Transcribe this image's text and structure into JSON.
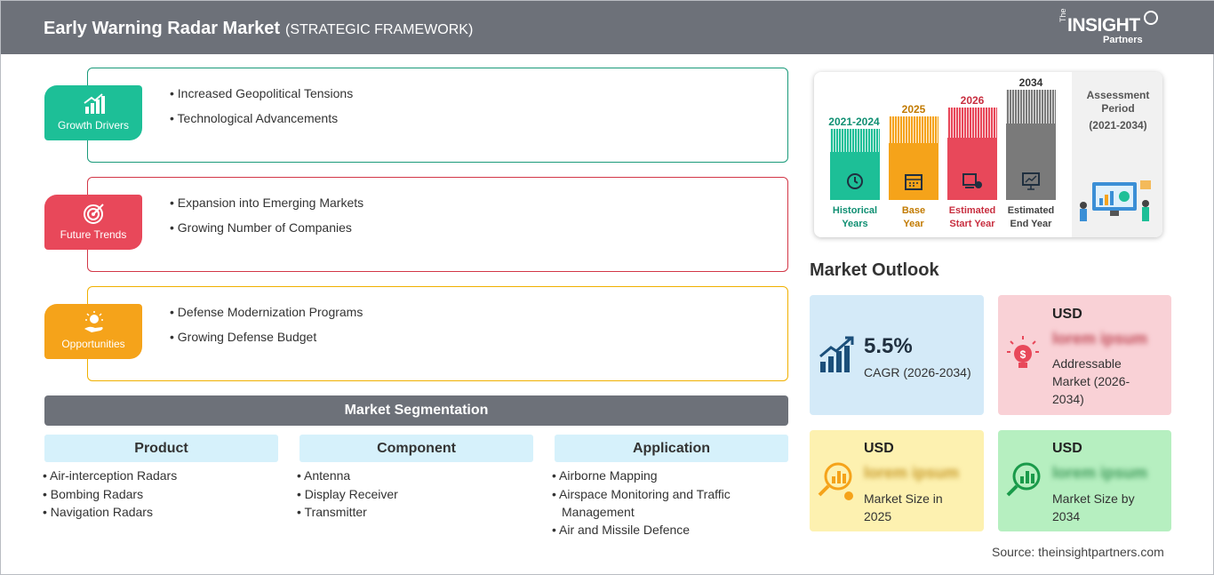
{
  "header": {
    "title": "Early Warning Radar Market",
    "subtitle": "(STRATEGIC FRAMEWORK)"
  },
  "logo": {
    "the": "The",
    "insight": "INSIGHT",
    "partners": "Partners"
  },
  "framework": [
    {
      "label": "Growth Drivers",
      "color": "#1dbf97",
      "bullets": [
        "• Increased Geopolitical Tensions",
        "• Technological Advancements"
      ]
    },
    {
      "label": "Future Trends",
      "color": "#e8485a",
      "bullets": [
        "• Expansion into Emerging Markets",
        "• Growing Number of Companies"
      ]
    },
    {
      "label": "Opportunities",
      "color": "#f5a31a",
      "bullets": [
        "• Defense Modernization Programs",
        "• Growing Defense Budget"
      ]
    }
  ],
  "segmentation": {
    "title": "Market Segmentation",
    "columns": [
      {
        "head": "Product",
        "items": [
          "• Air-interception Radars",
          "• Bombing Radars",
          "• Navigation Radars"
        ]
      },
      {
        "head": "Component",
        "items": [
          "• Antenna",
          "• Display Receiver",
          "• Transmitter"
        ]
      },
      {
        "head": "Application",
        "items": [
          "• Airborne Mapping",
          "• Airspace Monitoring and Traffic",
          "Management",
          "• Air and Missile Defence"
        ]
      }
    ]
  },
  "timeline": {
    "columns": [
      {
        "year": "2021-2024",
        "caption1": "Historical",
        "caption2": "Years",
        "color": "#1dbf97"
      },
      {
        "year": "2025",
        "caption1": "Base",
        "caption2": "Year",
        "color": "#f5a31a"
      },
      {
        "year": "2026",
        "caption1": "Estimated",
        "caption2": "Start Year",
        "color": "#e8485a"
      },
      {
        "year": "2034",
        "caption1": "Estimated",
        "caption2": "End Year",
        "color": "#7a7a7a"
      }
    ],
    "assessment": {
      "line1": "Assessment",
      "line2": "Period",
      "line3": "(2021-2034)"
    }
  },
  "outlook": {
    "title": "Market Outlook",
    "cagr": {
      "value": "5.5%",
      "label": "CAGR (2026-2034)"
    },
    "addressable": {
      "usd": "USD",
      "blurred": "lorem ipsum",
      "line1": "Addressable",
      "line2": "Market (2026-",
      "line3": "2034)"
    },
    "size2025": {
      "usd": "USD",
      "blurred": "lorem ipsum",
      "line1": "Market Size in",
      "line2": "2025"
    },
    "size2034": {
      "usd": "USD",
      "blurred": "lorem ipsum",
      "line1": "Market Size by",
      "line2": "2034"
    }
  },
  "source": "Source: theinsightpartners.com"
}
